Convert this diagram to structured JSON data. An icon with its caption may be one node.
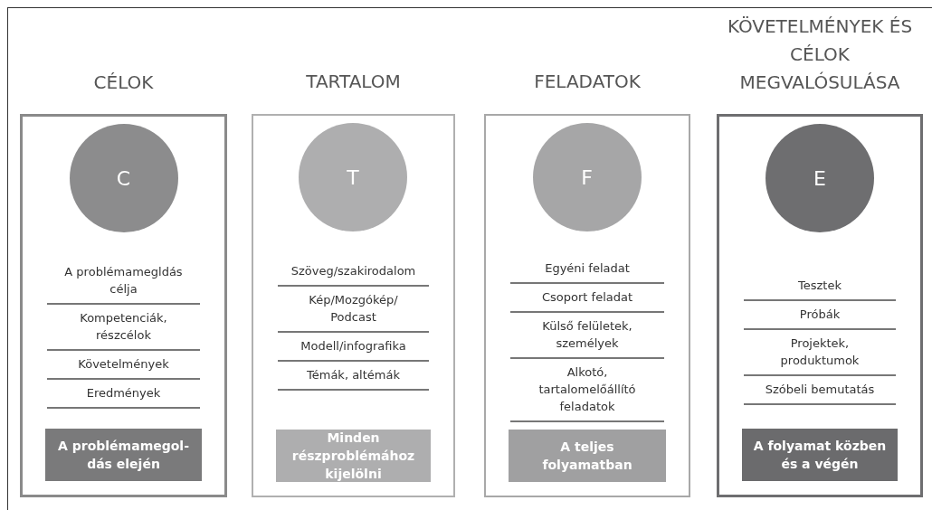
{
  "diagram": {
    "nodes": [
      {
        "text": [
          "CÉLOK",
          "A problémamegldás célja",
          "Kompetenciák, részcélok",
          "Követelmények",
          "Eredmények"
        ]
      },
      {
        "text": [
          "C"
        ],
        "in": 0
      },
      {
        "text": [
          "A problémamegol- dás elején"
        ],
        "in": 0
      },
      {
        "text": [
          "TARTALOM",
          "Szöveg/szakirodalom",
          "Kép/Mozgókép/ Podcast",
          "Modell/infografika",
          "Témák, altémák"
        ]
      },
      {
        "text": [
          "T"
        ],
        "in": 3
      },
      {
        "text": [
          "Minden részproblémához kijelölni"
        ],
        "in": 3
      },
      {
        "text": [
          "FELADATOK",
          "Egyéni feladat",
          "Csoport feladat",
          "Külső felületek, személyek",
          "Alkotó, tartalomelőállító feladatok"
        ]
      },
      {
        "text": [
          "F"
        ],
        "in": 6
      },
      {
        "text": [
          "A teljes folyamatban"
        ],
        "in": 6
      },
      {
        "text": [
          "KÖVETELMÉNYEK ÉS CÉLOK MEGVALÓSULÁSA",
          "Tesztek",
          "Próbák",
          "Projektek, produktumok",
          "Szóbeli bemutatás"
        ]
      },
      {
        "text": [
          "E"
        ],
        "in": 9
      },
      {
        "text": [
          "A folyamat közben és a végén"
        ],
        "in": 9
      }
    ]
  }
}
